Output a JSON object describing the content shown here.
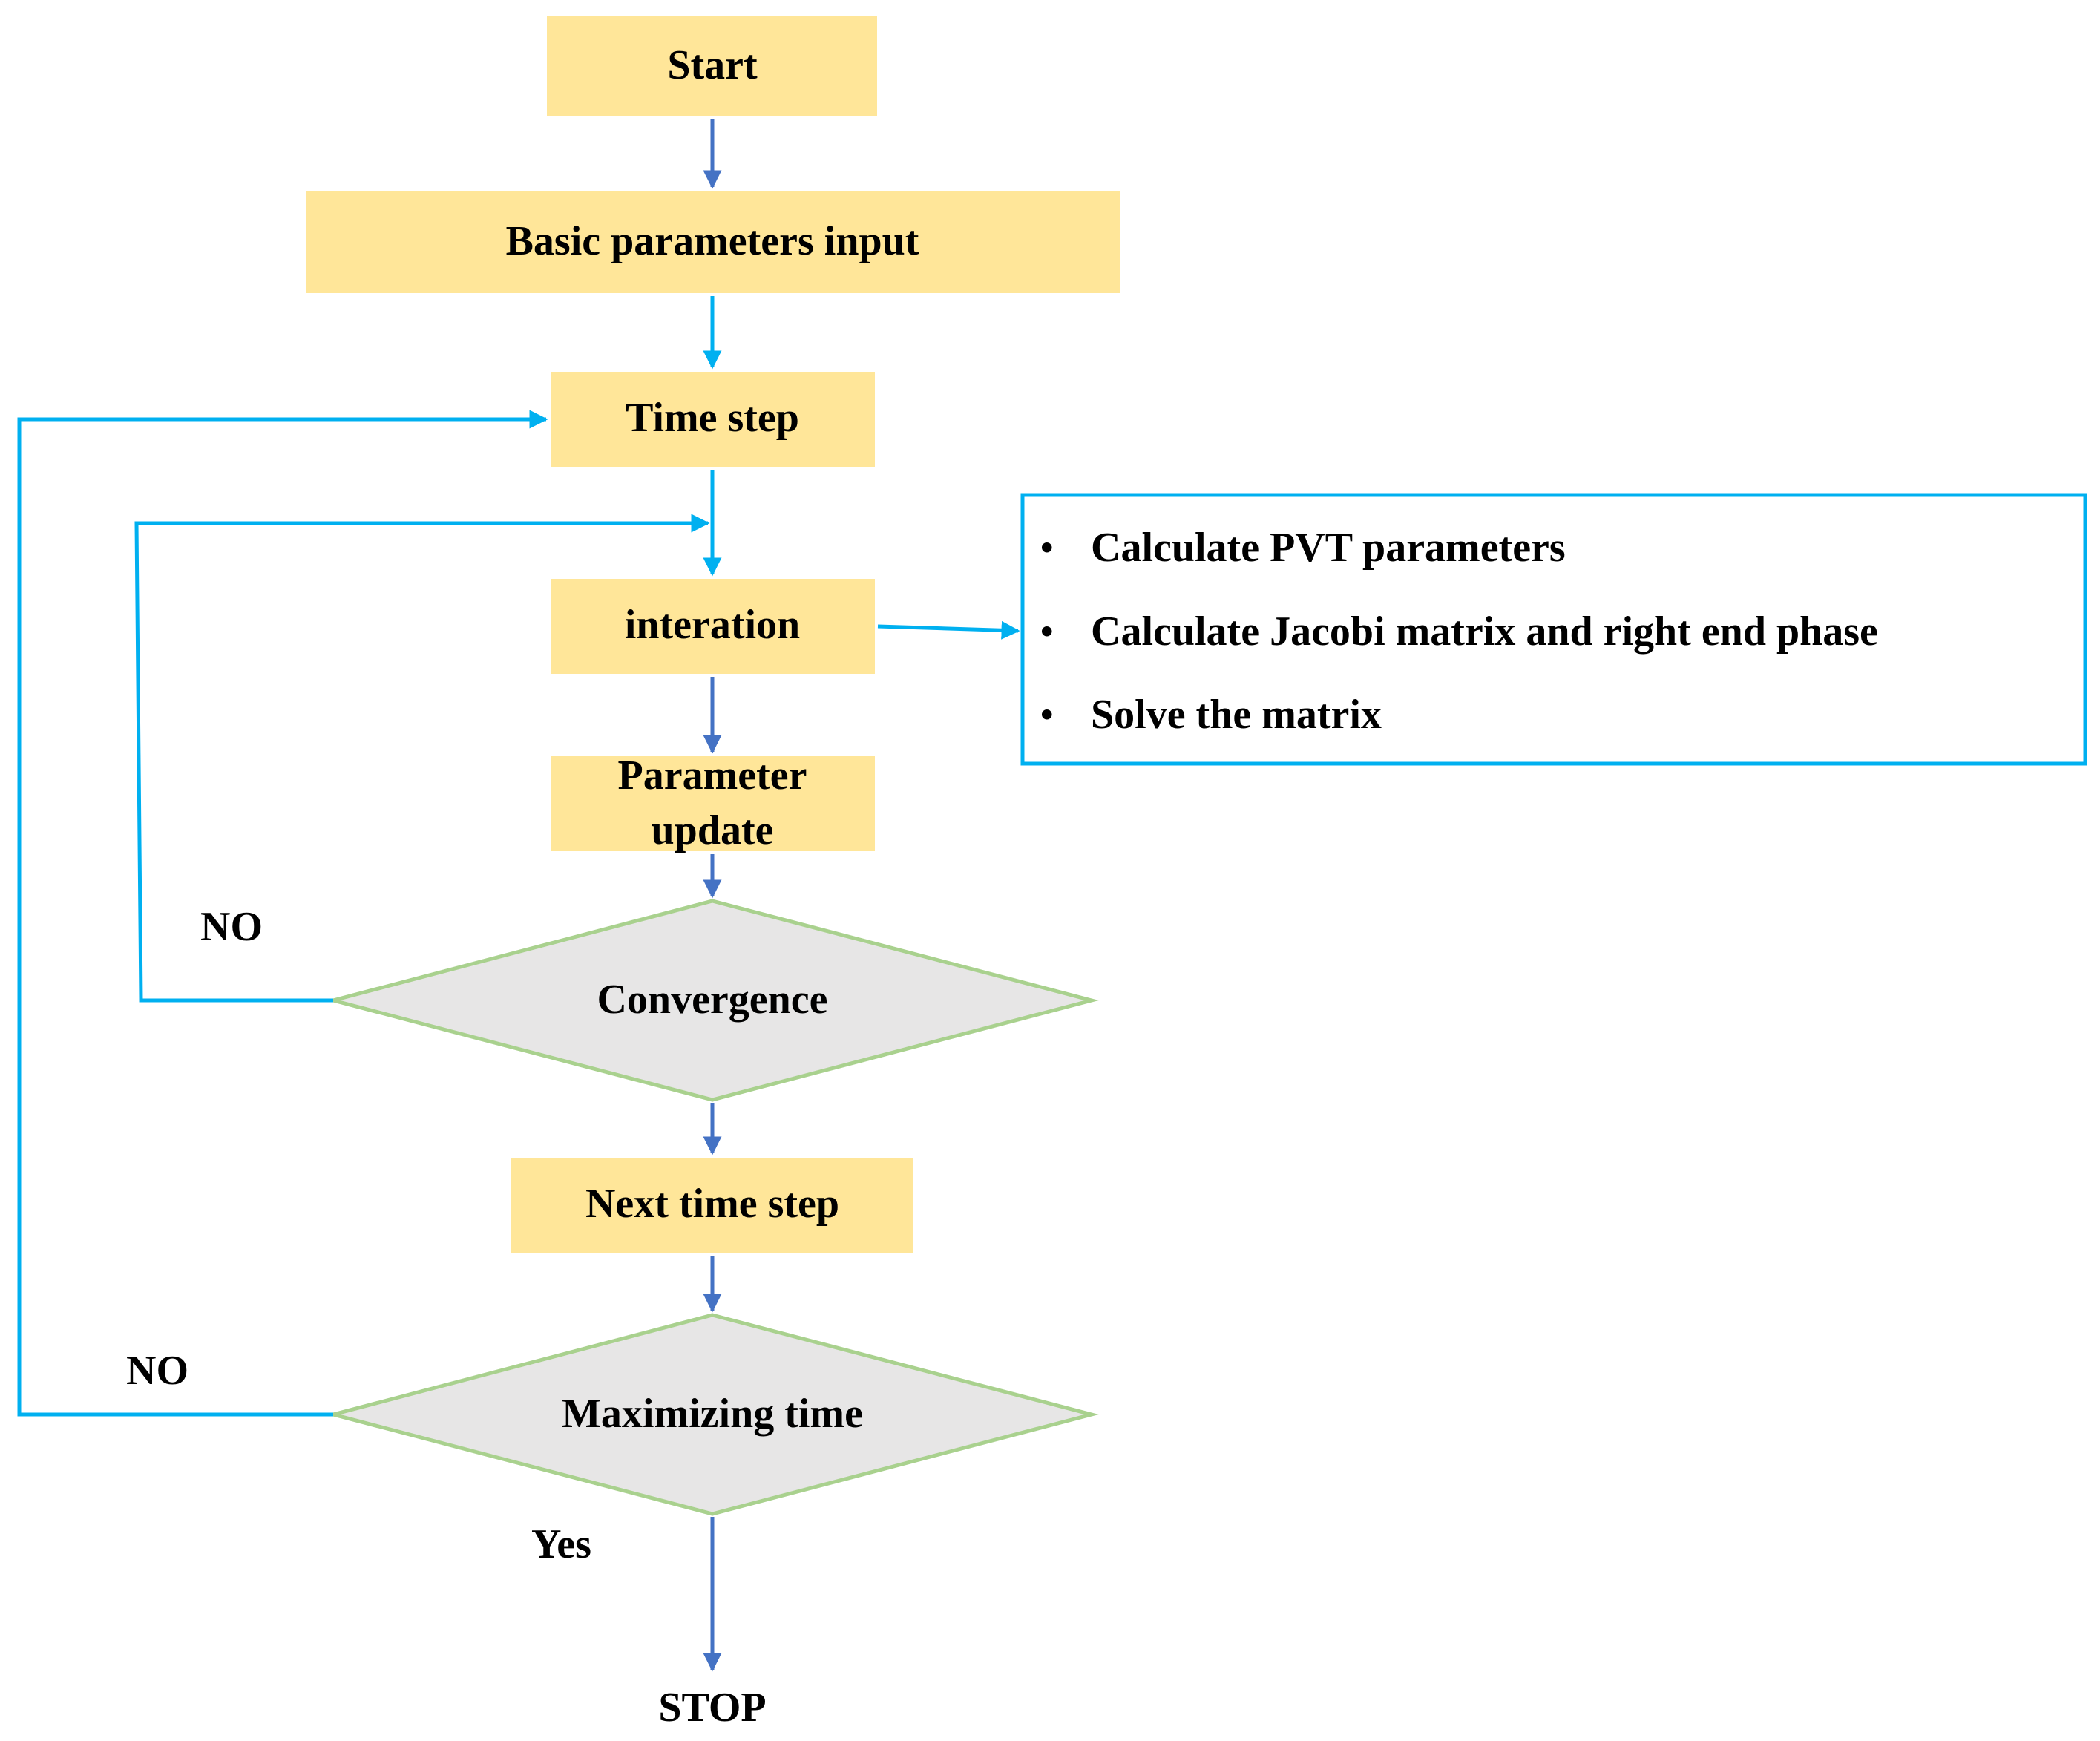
{
  "nodes": {
    "start": "Start",
    "basic_input": "Basic parameters input",
    "time_step": "Time step",
    "iteration": "interation",
    "param_update_line1": "Parameter",
    "param_update_line2": "update",
    "convergence": "Convergence",
    "next_time_step": "Next time step",
    "max_time": "Maximizing time",
    "stop": "STOP"
  },
  "labels": {
    "no_convergence": "NO",
    "no_max_time": "NO",
    "yes_max_time": "Yes"
  },
  "side_panel": {
    "items": [
      "Calculate PVT parameters",
      "Calculate Jacobi matrix and right end phase",
      "Solve the matrix"
    ],
    "bullet": "•"
  },
  "colors": {
    "process_fill": "#FFE699",
    "decision_fill": "#E7E6E6",
    "decision_stroke": "#A9D18E",
    "arrow_dark": "#4472C4",
    "arrow_light": "#00B0F0",
    "panel_border": "#00B0F0"
  }
}
